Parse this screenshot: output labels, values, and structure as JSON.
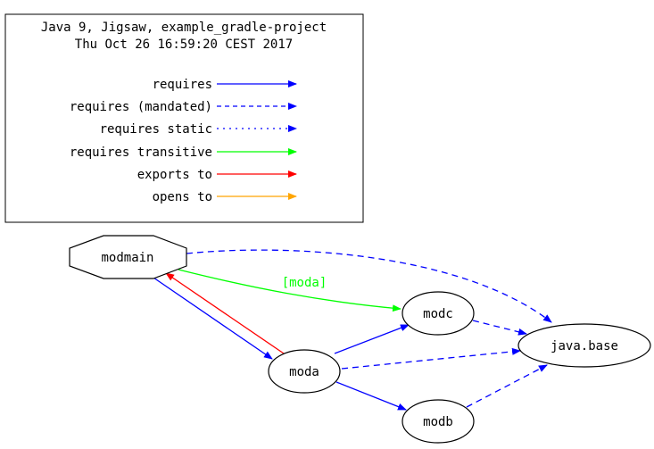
{
  "legend": {
    "title": "Java 9, Jigsaw, example_gradle-project",
    "subtitle": "Thu Oct 26 16:59:20 CEST 2017",
    "items": [
      {
        "label": "requires",
        "color": "#0000ff",
        "style": "solid"
      },
      {
        "label": "requires (mandated)",
        "color": "#0000ff",
        "style": "dashed"
      },
      {
        "label": "requires static",
        "color": "#0000ff",
        "style": "dotted"
      },
      {
        "label": "requires transitive",
        "color": "#00ff00",
        "style": "solid"
      },
      {
        "label": "exports to",
        "color": "#ff0000",
        "style": "solid"
      },
      {
        "label": "opens to",
        "color": "#ffa500",
        "style": "solid"
      }
    ]
  },
  "nodes": [
    {
      "id": "modmain",
      "label": "modmain",
      "shape": "octagon"
    },
    {
      "id": "moda",
      "label": "moda",
      "shape": "ellipse"
    },
    {
      "id": "modc",
      "label": "modc",
      "shape": "ellipse"
    },
    {
      "id": "modb",
      "label": "modb",
      "shape": "ellipse"
    },
    {
      "id": "java.base",
      "label": "java.base",
      "shape": "ellipse"
    }
  ],
  "edges": [
    {
      "from": "modmain",
      "to": "java.base",
      "type": "requires (mandated)"
    },
    {
      "from": "modmain",
      "to": "modc",
      "type": "requires transitive",
      "label": "[moda]"
    },
    {
      "from": "modmain",
      "to": "moda",
      "type": "requires"
    },
    {
      "from": "moda",
      "to": "modmain",
      "type": "exports to"
    },
    {
      "from": "moda",
      "to": "modc",
      "type": "requires"
    },
    {
      "from": "moda",
      "to": "modb",
      "type": "requires"
    },
    {
      "from": "moda",
      "to": "java.base",
      "type": "requires (mandated)"
    },
    {
      "from": "modc",
      "to": "java.base",
      "type": "requires (mandated)"
    },
    {
      "from": "modb",
      "to": "java.base",
      "type": "requires (mandated)"
    }
  ],
  "colors": {
    "requires": "#0000ff",
    "transitive": "#00ff00",
    "exports": "#ff0000",
    "opens": "#ffa500"
  }
}
